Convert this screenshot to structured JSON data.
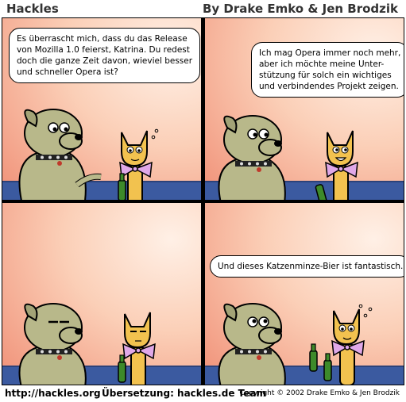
{
  "header": {
    "title": "Hackles",
    "byline": "By Drake Emko & Jen Brodzik"
  },
  "panels": [
    {
      "speech": [
        "Es überrascht mich, dass du das Release",
        "von Mozilla 1.0 feierst, Katrina. Du redest",
        "doch die ganze Zeit davon, wieviel besser",
        "und schneller Opera ist?"
      ]
    },
    {
      "speech": [
        "Ich mag Opera immer noch mehr,",
        "aber ich möchte meine Unter-",
        "stützung für solch ein wichtiges",
        "und verbindendes Projekt zeigen."
      ]
    },
    {
      "speech": []
    },
    {
      "speech": [
        "Und dieses Katzenminze-Bier ist fantastisch."
      ]
    }
  ],
  "footer": {
    "url": "http://hackles.org",
    "credit": "Übersetzung: hackles.de Team",
    "copyright": "Copyright © 2002 Drake Emko & Jen Brodzik"
  },
  "colors": {
    "bar": "#3b5aa0",
    "dog": "#b8b88a",
    "cat": "#f2c24f",
    "bow": "#e0a8e8",
    "bottle": "#3d8a2a"
  }
}
